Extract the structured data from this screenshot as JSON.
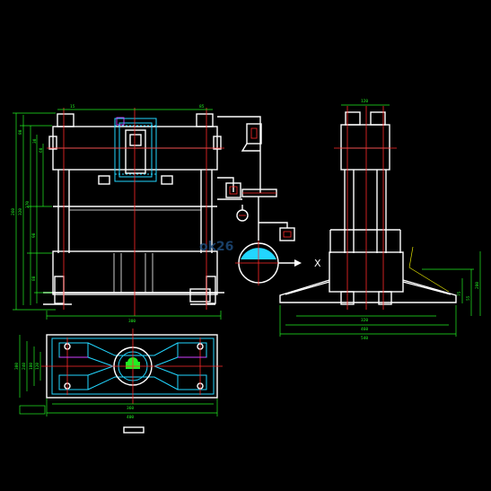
{
  "drawing": {
    "watermark": "ok26",
    "axis_marker": "X",
    "scale_box": ""
  },
  "front_view": {
    "left_dims": [
      "260",
      "80",
      "30",
      "60",
      "320",
      "270",
      "90",
      "80"
    ],
    "top_dims": [
      "15",
      "85"
    ],
    "bottom_dim": "300"
  },
  "side_view": {
    "top_dim": "120",
    "bottom_dims": [
      "320",
      "460",
      "540"
    ],
    "right_dims": [
      "75",
      "55",
      "280"
    ]
  },
  "plan_view": {
    "left_dims": [
      "300",
      "240",
      "180",
      "120"
    ],
    "bottom_dims": [
      "360",
      "400"
    ],
    "tag": ""
  },
  "colors": {
    "background": "#000000",
    "outline": "#ffffff",
    "centerline": "#ff2a2a",
    "dimension": "#22ee22",
    "hatch": "#22d6ff",
    "annotation": "#e8e800",
    "highlight": "#d040ff"
  }
}
